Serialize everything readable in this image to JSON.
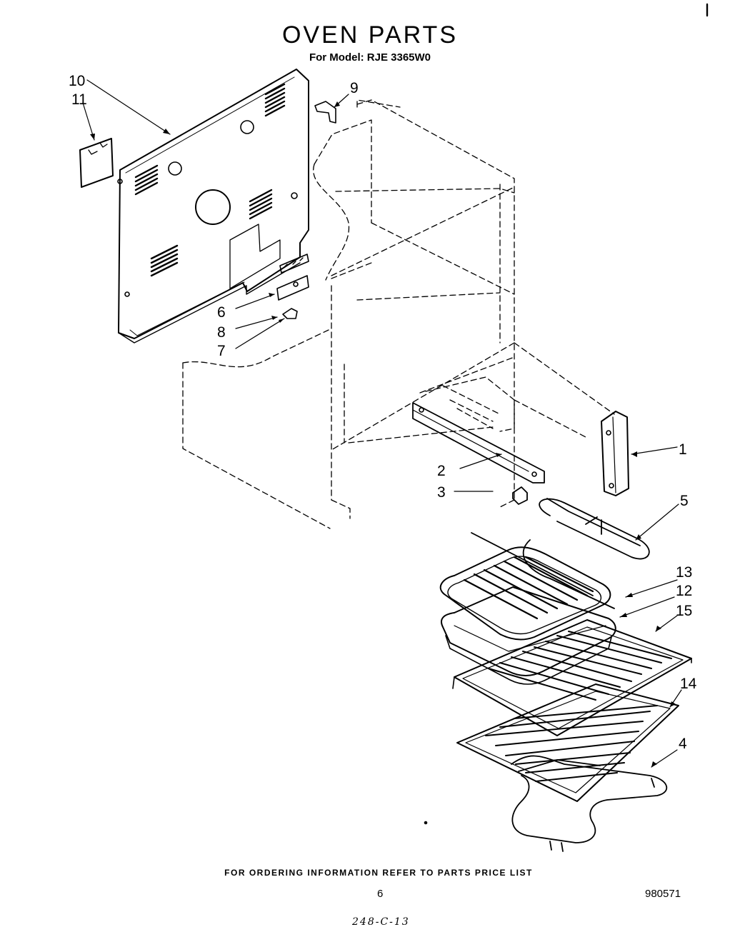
{
  "title": "OVEN PARTS",
  "subtitle": "For Model: RJE 3365W0",
  "footer_note": "FOR ORDERING INFORMATION REFER TO PARTS PRICE LIST",
  "page_number": "6",
  "drawing_number": "980571",
  "handwritten_note": "248-C-13",
  "callouts": {
    "c1": "1",
    "c2": "2",
    "c3": "3",
    "c4": "4",
    "c5": "5",
    "c6": "6",
    "c7": "7",
    "c8": "8",
    "c9": "9",
    "c10": "10",
    "c11": "11",
    "c12": "12",
    "c13": "13",
    "c14": "14",
    "c15": "15"
  }
}
